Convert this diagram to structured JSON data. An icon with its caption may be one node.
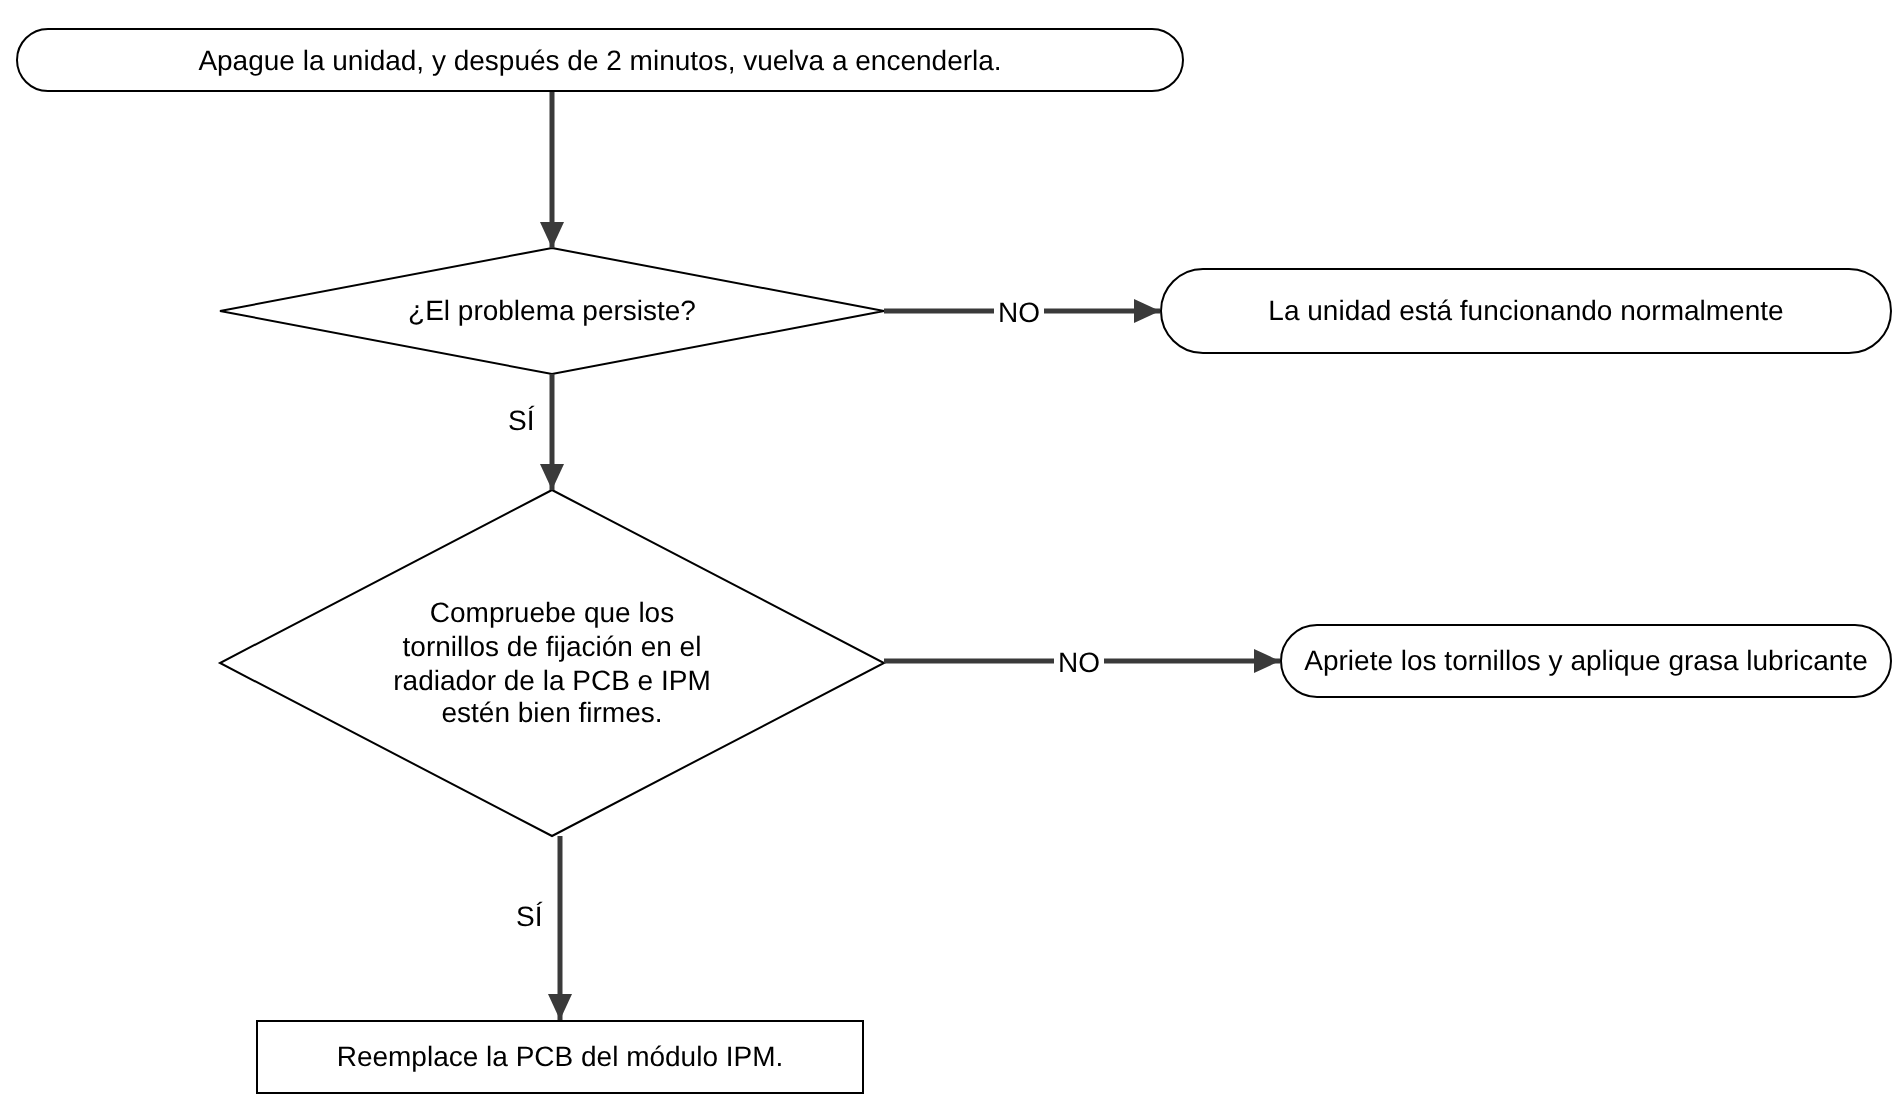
{
  "diagram": {
    "nodes": [
      {
        "text": [
          "Apague la unidad, y después de 2 minutos, vuelva a encenderla."
        ]
      },
      {
        "text": [
          "¿El problema persiste?"
        ]
      },
      {
        "text": [
          "La unidad está funcionando normalmente"
        ]
      },
      {
        "text": [
          "Compruebe que los tornillos de fijación en el radiador de la PCB e IPM estén bien firmes."
        ]
      },
      {
        "text": [
          "Apriete los tornillos y aplique grasa lubricante"
        ]
      },
      {
        "text": [
          "Reemplace la PCB del módulo IPM."
        ]
      }
    ],
    "edges": [
      {
        "from": 0,
        "to": 1,
        "arrow": "to"
      },
      {
        "from": 1,
        "to": 2,
        "arrow": "to",
        "label": "NO"
      },
      {
        "from": 1,
        "to": 3,
        "arrow": "to",
        "label": "SÍ"
      },
      {
        "from": 3,
        "to": 4,
        "arrow": "to",
        "label": "NO"
      },
      {
        "from": 3,
        "to": 5,
        "arrow": "to",
        "label": "SÍ"
      }
    ]
  }
}
